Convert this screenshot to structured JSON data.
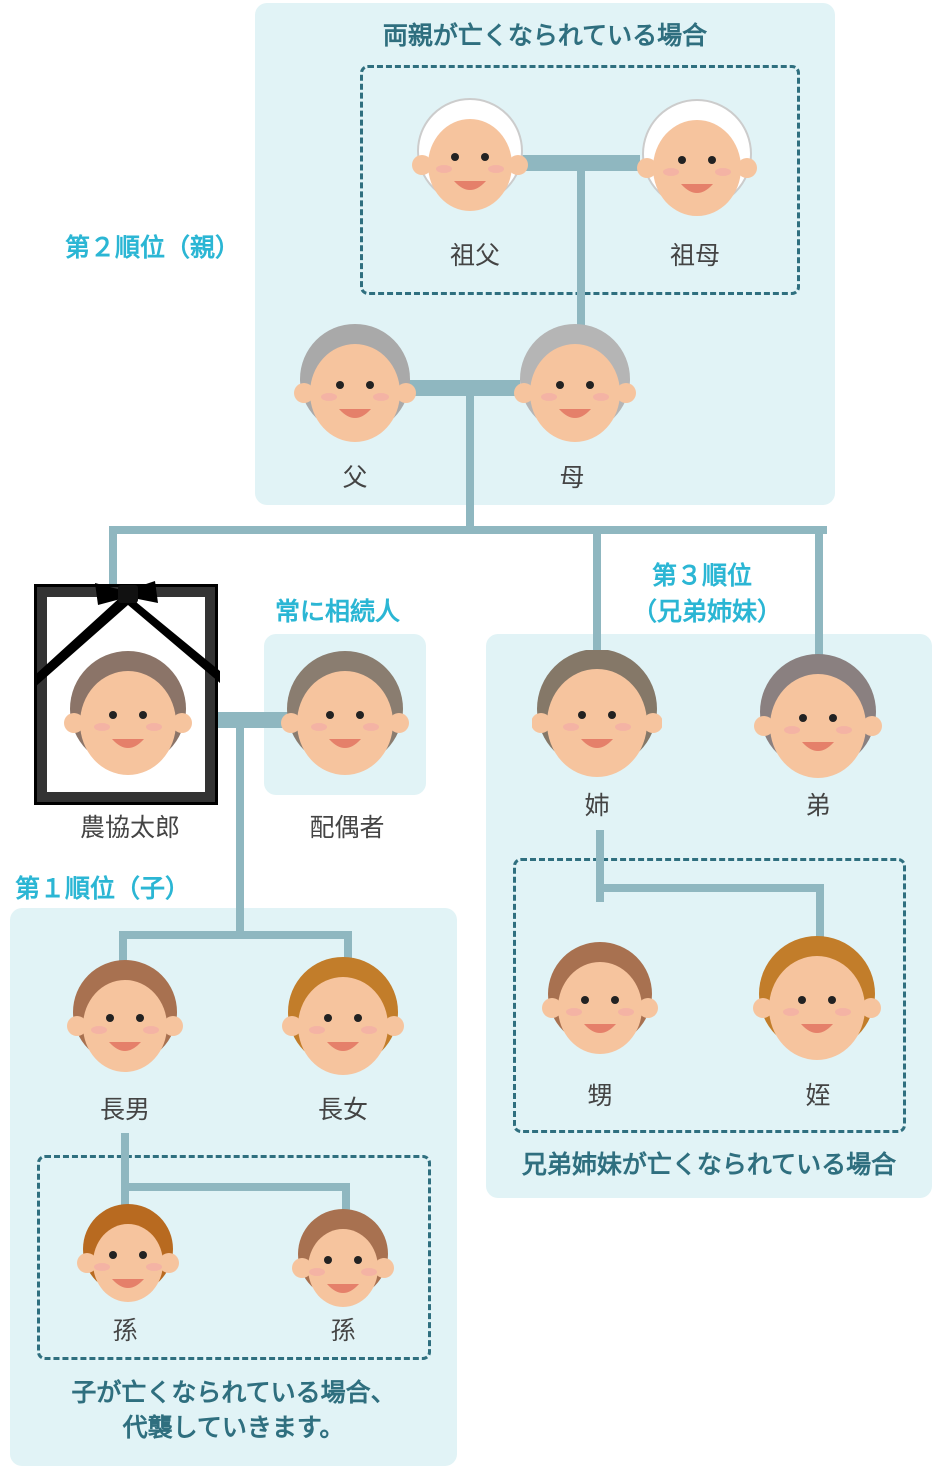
{
  "colors": {
    "panel": "#e1f3f6",
    "line": "#8fb7c0",
    "accent": "#2bb6d4",
    "note": "#2f6f7f",
    "skin": "#f6c49e",
    "mouth": "#e5806a"
  },
  "parents_section": {
    "order_label": "第２順位（親）",
    "note": "両親が亡くなられている場合"
  },
  "siblings_section": {
    "order_label_1": "第３順位",
    "order_label_2": "（兄弟姉妹）",
    "note": "兄弟姉妹が亡くなられている場合"
  },
  "children_section": {
    "order_label": "第１順位（子）",
    "note_1": "子が亡くなられている場合、",
    "note_2": "代襲していきます。"
  },
  "spouse_section": {
    "label": "常に相続人"
  },
  "people": {
    "grandfather": {
      "name": "祖父",
      "hair": "#ffffff"
    },
    "grandmother": {
      "name": "祖母",
      "hair": "#ffffff"
    },
    "father": {
      "name": "父",
      "hair": "#a9a9a9"
    },
    "mother": {
      "name": "母",
      "hair": "#b5b5b5"
    },
    "deceased": {
      "name": "農協太郎",
      "hair": "#8b7468"
    },
    "spouse": {
      "name": "配偶者",
      "hair": "#8a7d70"
    },
    "sister": {
      "name": "姉",
      "hair": "#857868"
    },
    "brother": {
      "name": "弟",
      "hair": "#8a8080"
    },
    "nephew": {
      "name": "甥",
      "hair": "#a87150"
    },
    "niece": {
      "name": "姪",
      "hair": "#c27d2a"
    },
    "eldest_son": {
      "name": "長男",
      "hair": "#a87150"
    },
    "eldest_daughter": {
      "name": "長女",
      "hair": "#c27d2a"
    },
    "grandchild_1": {
      "name": "孫",
      "hair": "#b86a20"
    },
    "grandchild_2": {
      "name": "孫",
      "hair": "#a87150"
    }
  }
}
